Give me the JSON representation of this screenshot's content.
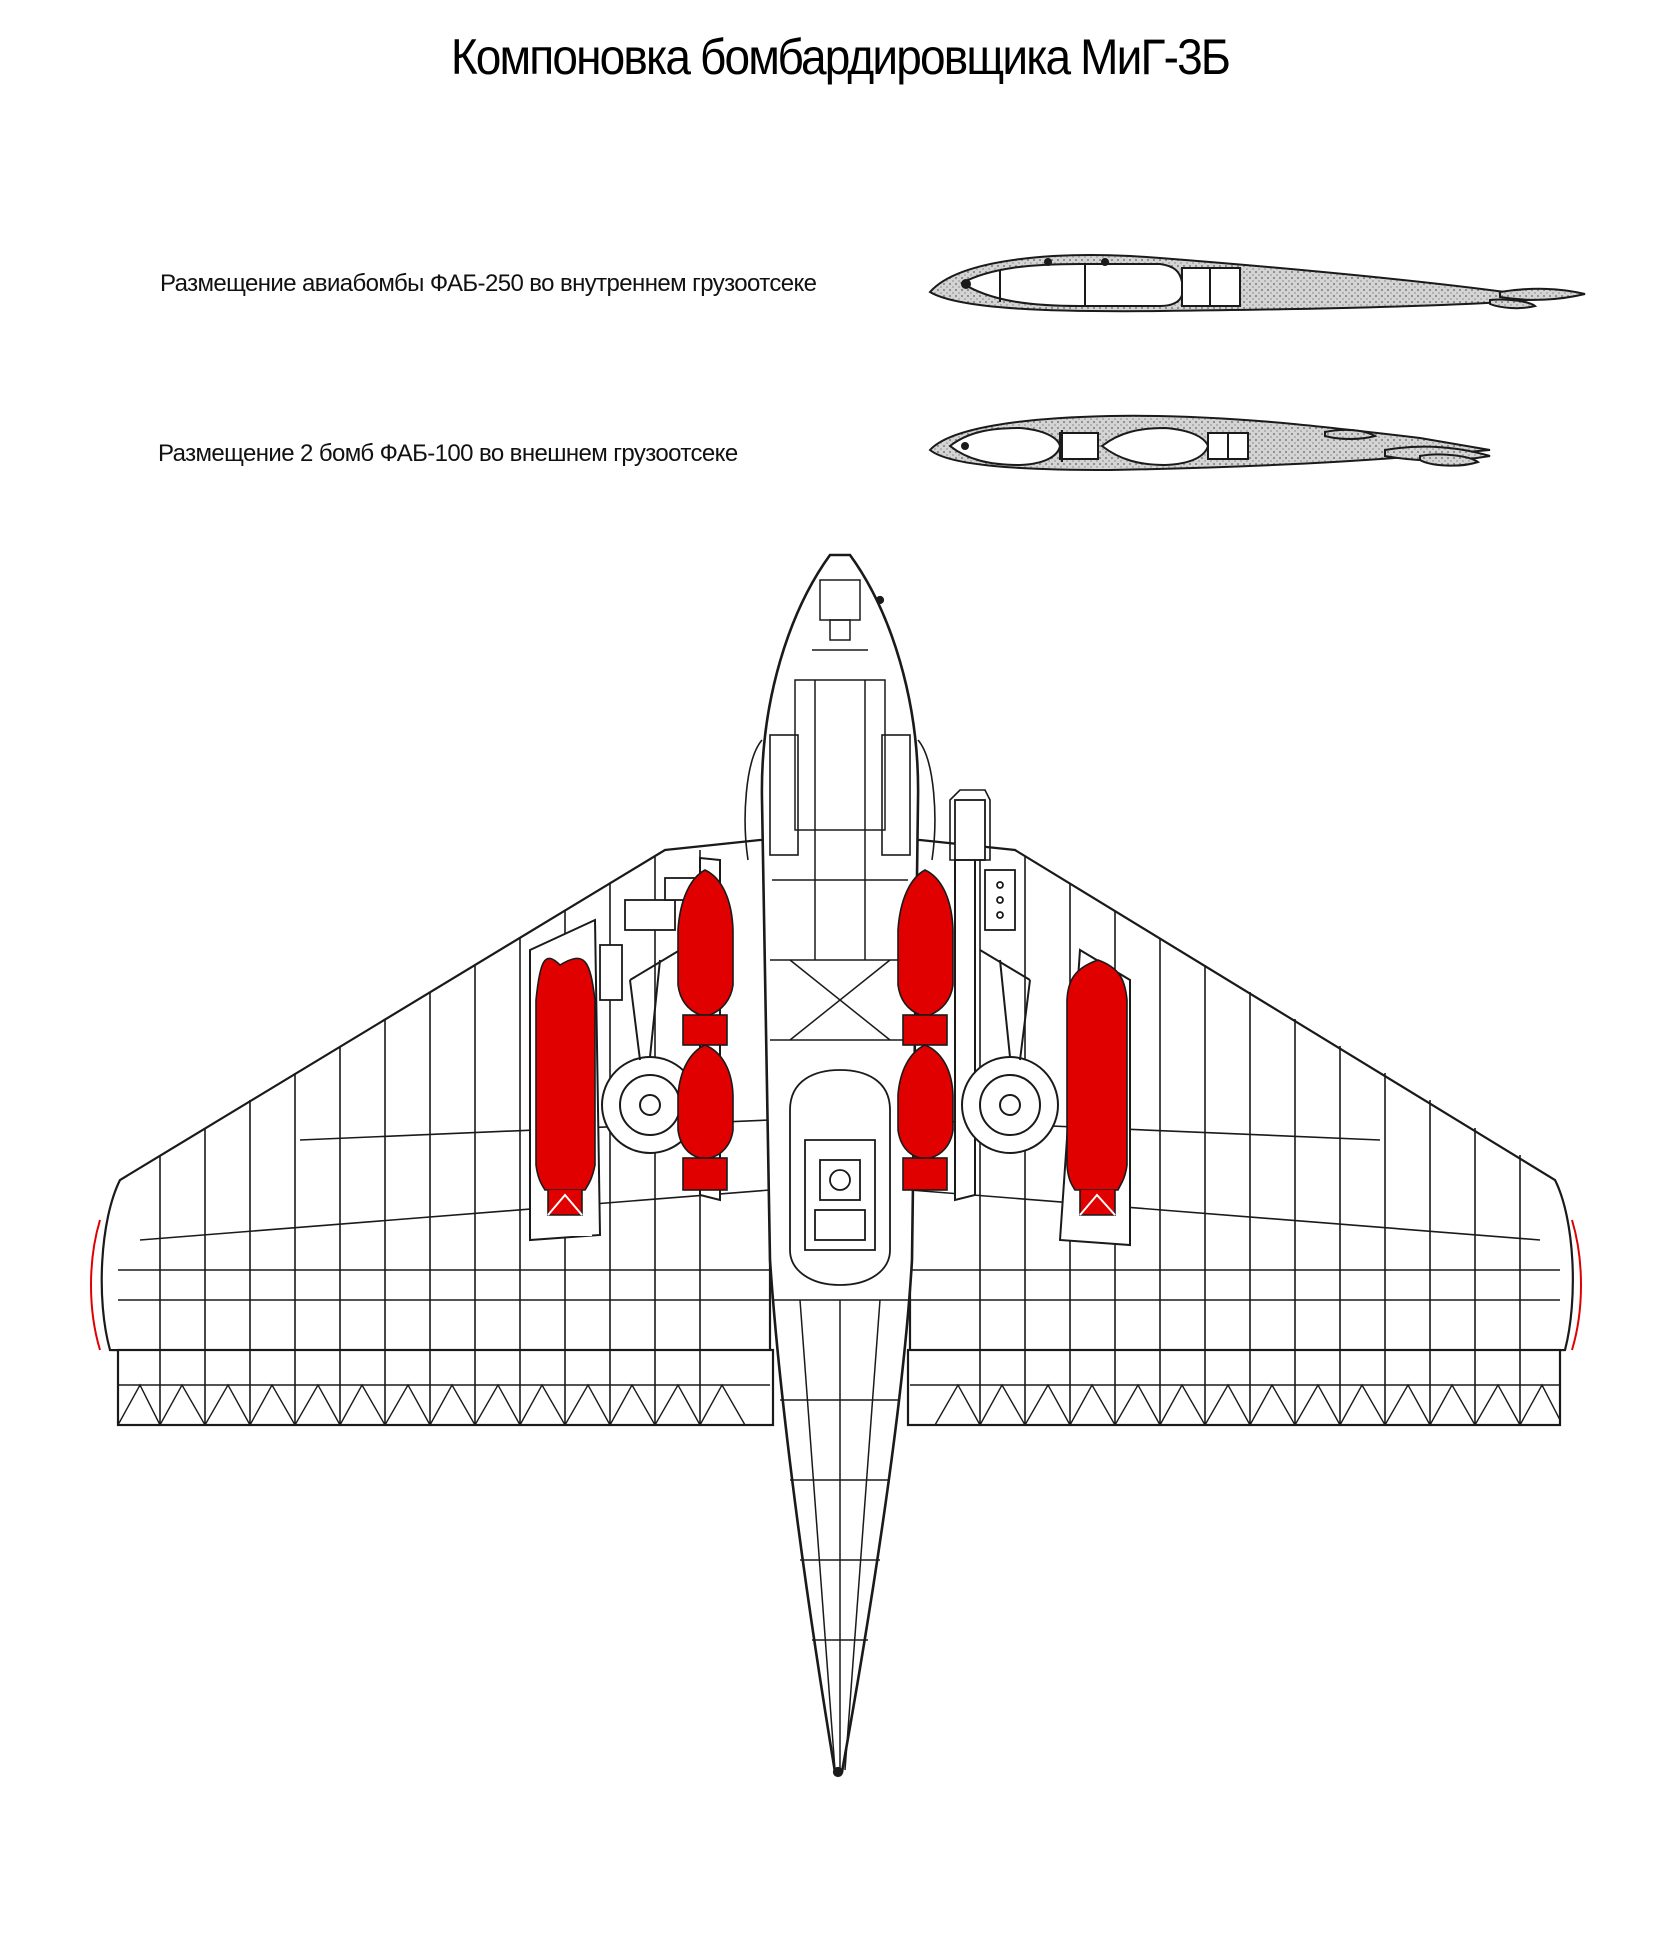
{
  "title": "Компоновка бомбардировщика МиГ-3Б",
  "captions": {
    "internal": "Размещение авиабомбы ФАБ-250 во внутреннем грузоотсеке",
    "external": "Размещение 2 бомб ФАБ-100 во внешнем грузоотсеке"
  },
  "colors": {
    "bomb": "#e00000",
    "line": "#1a1a1a",
    "hatch": "#bdbdbd",
    "background": "#ffffff"
  }
}
